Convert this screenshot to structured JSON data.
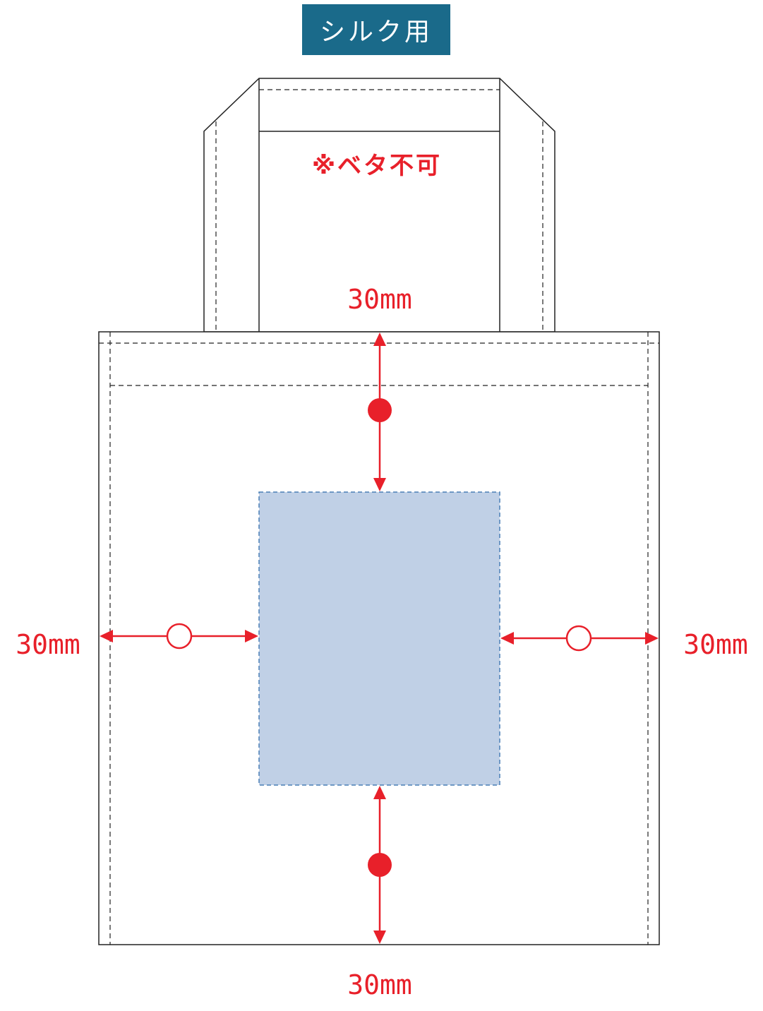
{
  "header": {
    "badge_label": "シルク用",
    "badge_bg": "#1a6a8a",
    "badge_fg": "#ffffff"
  },
  "handle": {
    "note": "※ベタ不可"
  },
  "dimensions": {
    "top": "30mm",
    "bottom": "30mm",
    "left": "30mm",
    "right": "30mm"
  },
  "colors": {
    "accent": "#e8202a",
    "print_area_fill": "#c0d0e6",
    "print_area_stroke": "#4a7fb5",
    "outline": "#222222"
  },
  "icons": {
    "vertical_marker": "filled-circle-icon",
    "horizontal_marker": "hollow-circle-icon"
  }
}
